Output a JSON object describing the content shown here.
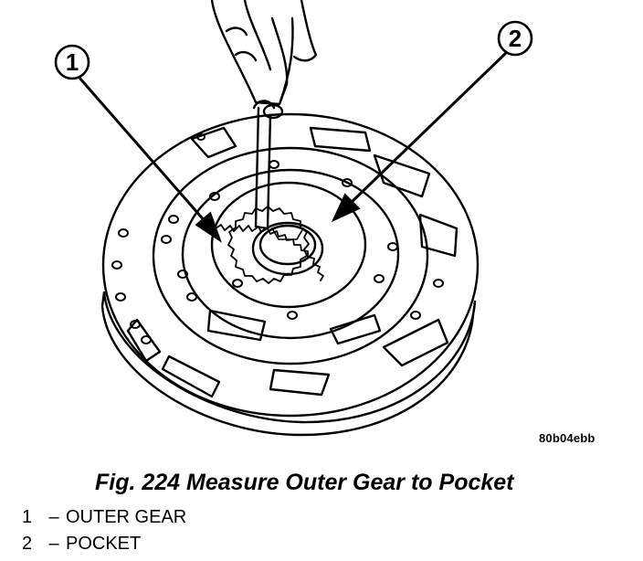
{
  "figure": {
    "image_code": "80b04ebb",
    "caption": "Fig. 224 Measure Outer Gear to Pocket"
  },
  "callouts": [
    {
      "number": "1",
      "target": "outer-gear"
    },
    {
      "number": "2",
      "target": "pocket"
    }
  ],
  "legend": [
    {
      "number": "1",
      "separator": "–",
      "label": "OUTER GEAR"
    },
    {
      "number": "2",
      "separator": "–",
      "label": "POCKET"
    }
  ]
}
